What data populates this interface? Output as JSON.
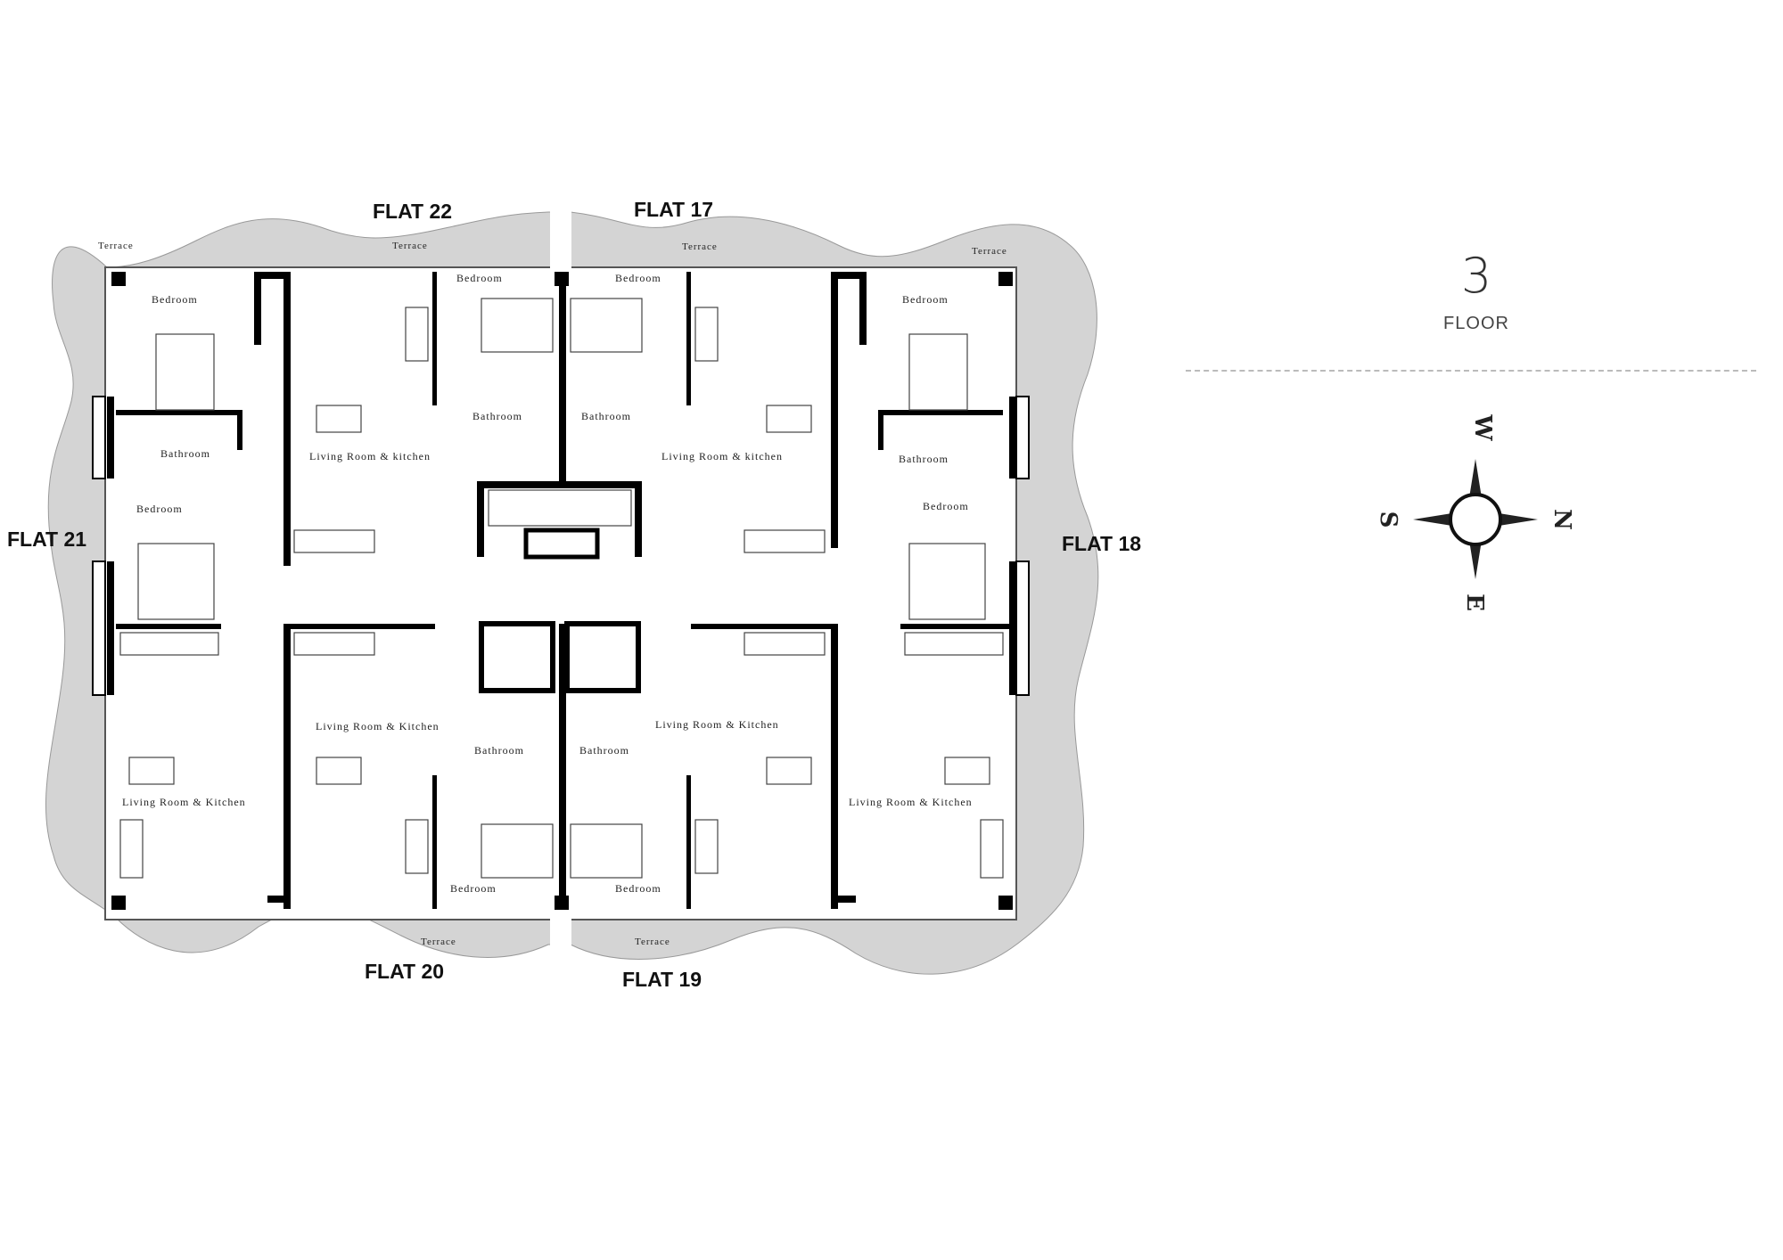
{
  "flats": {
    "f22": "FLAT 22",
    "f17": "FLAT 17",
    "f21": "FLAT 21",
    "f18": "FLAT 18",
    "f20": "FLAT 20",
    "f19": "FLAT 19"
  },
  "rooms": {
    "terrace": "Terrace",
    "bedroom": "Bedroom",
    "bathroom": "Bathroom",
    "living_kitchen_lower": "Living Room & kitchen",
    "living_kitchen": "Living Room & Kitchen"
  },
  "floor": {
    "number": "3",
    "label": "FLOOR"
  },
  "compass": {
    "north": "N",
    "south": "S",
    "east": "E",
    "west": "W"
  },
  "colors": {
    "terrace_fill": "#d4d4d4",
    "wall": "#000000",
    "background": "#ffffff"
  }
}
